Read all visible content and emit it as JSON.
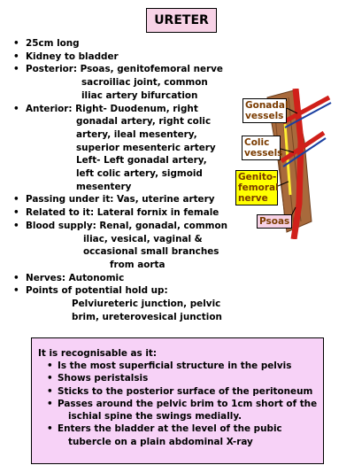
{
  "title": "URETER",
  "points": [
    {
      "lines": [
        "25cm long"
      ]
    },
    {
      "lines": [
        "Kidney to bladder"
      ]
    },
    {
      "lines": [
        "Posterior: Psoas, genitofemoral nerve",
        "sacroiliac joint, common",
        "iliac artery bifurcation"
      ]
    },
    {
      "lines": [
        "Anterior: Right- Duodenum, right",
        "gonadal artery, right colic",
        "artery, ileal mesentery,",
        "superior mesenteric artery",
        "Left- Left gonadal artery,",
        "left colic artery, sigmoid",
        "mesentery"
      ]
    },
    {
      "lines": [
        "Passing under it: Vas, uterine artery"
      ]
    },
    {
      "lines": [
        "Related to it: Lateral fornix in female"
      ]
    },
    {
      "lines": [
        "Blood supply: Renal, gonadal, common",
        "iliac, vesical, vaginal &",
        "occasional small branches",
        "from aorta"
      ]
    },
    {
      "lines": [
        "Nerves: Autonomic"
      ]
    },
    {
      "lines": [
        "Points of potential hold up:",
        "Pelviureteric junction, pelvic",
        "brim, ureterovesical junction"
      ]
    }
  ],
  "diagram_labels": {
    "gonadal": "Gonadal vessels",
    "colic": "Colic vessels",
    "genito": "Genito-femoral nerve",
    "psoas": "Psoas"
  },
  "recognise": {
    "intro": "It is recognisable as it:",
    "items": [
      [
        "Is the most superficial structure in the pelvis"
      ],
      [
        "Shows peristalsis"
      ],
      [
        "Sticks to the posterior surface of the peritoneum"
      ],
      [
        "Passes around the pelvic brim to 1cm short of the",
        "ischial spine the swings medially."
      ],
      [
        "Enters the bladder at the level of the pubic",
        "tubercle on a plain abdominal X-ray"
      ]
    ]
  },
  "colors": {
    "title_bg": "#f7d2e6",
    "box_bg": "#f7d2f7",
    "genito_bg": "#ffff00",
    "psoas_bg": "#f7d2e6",
    "label_text": "#7a3b00",
    "ureter_red": "#d0201a",
    "psoas_brown": "#a86a3c"
  }
}
